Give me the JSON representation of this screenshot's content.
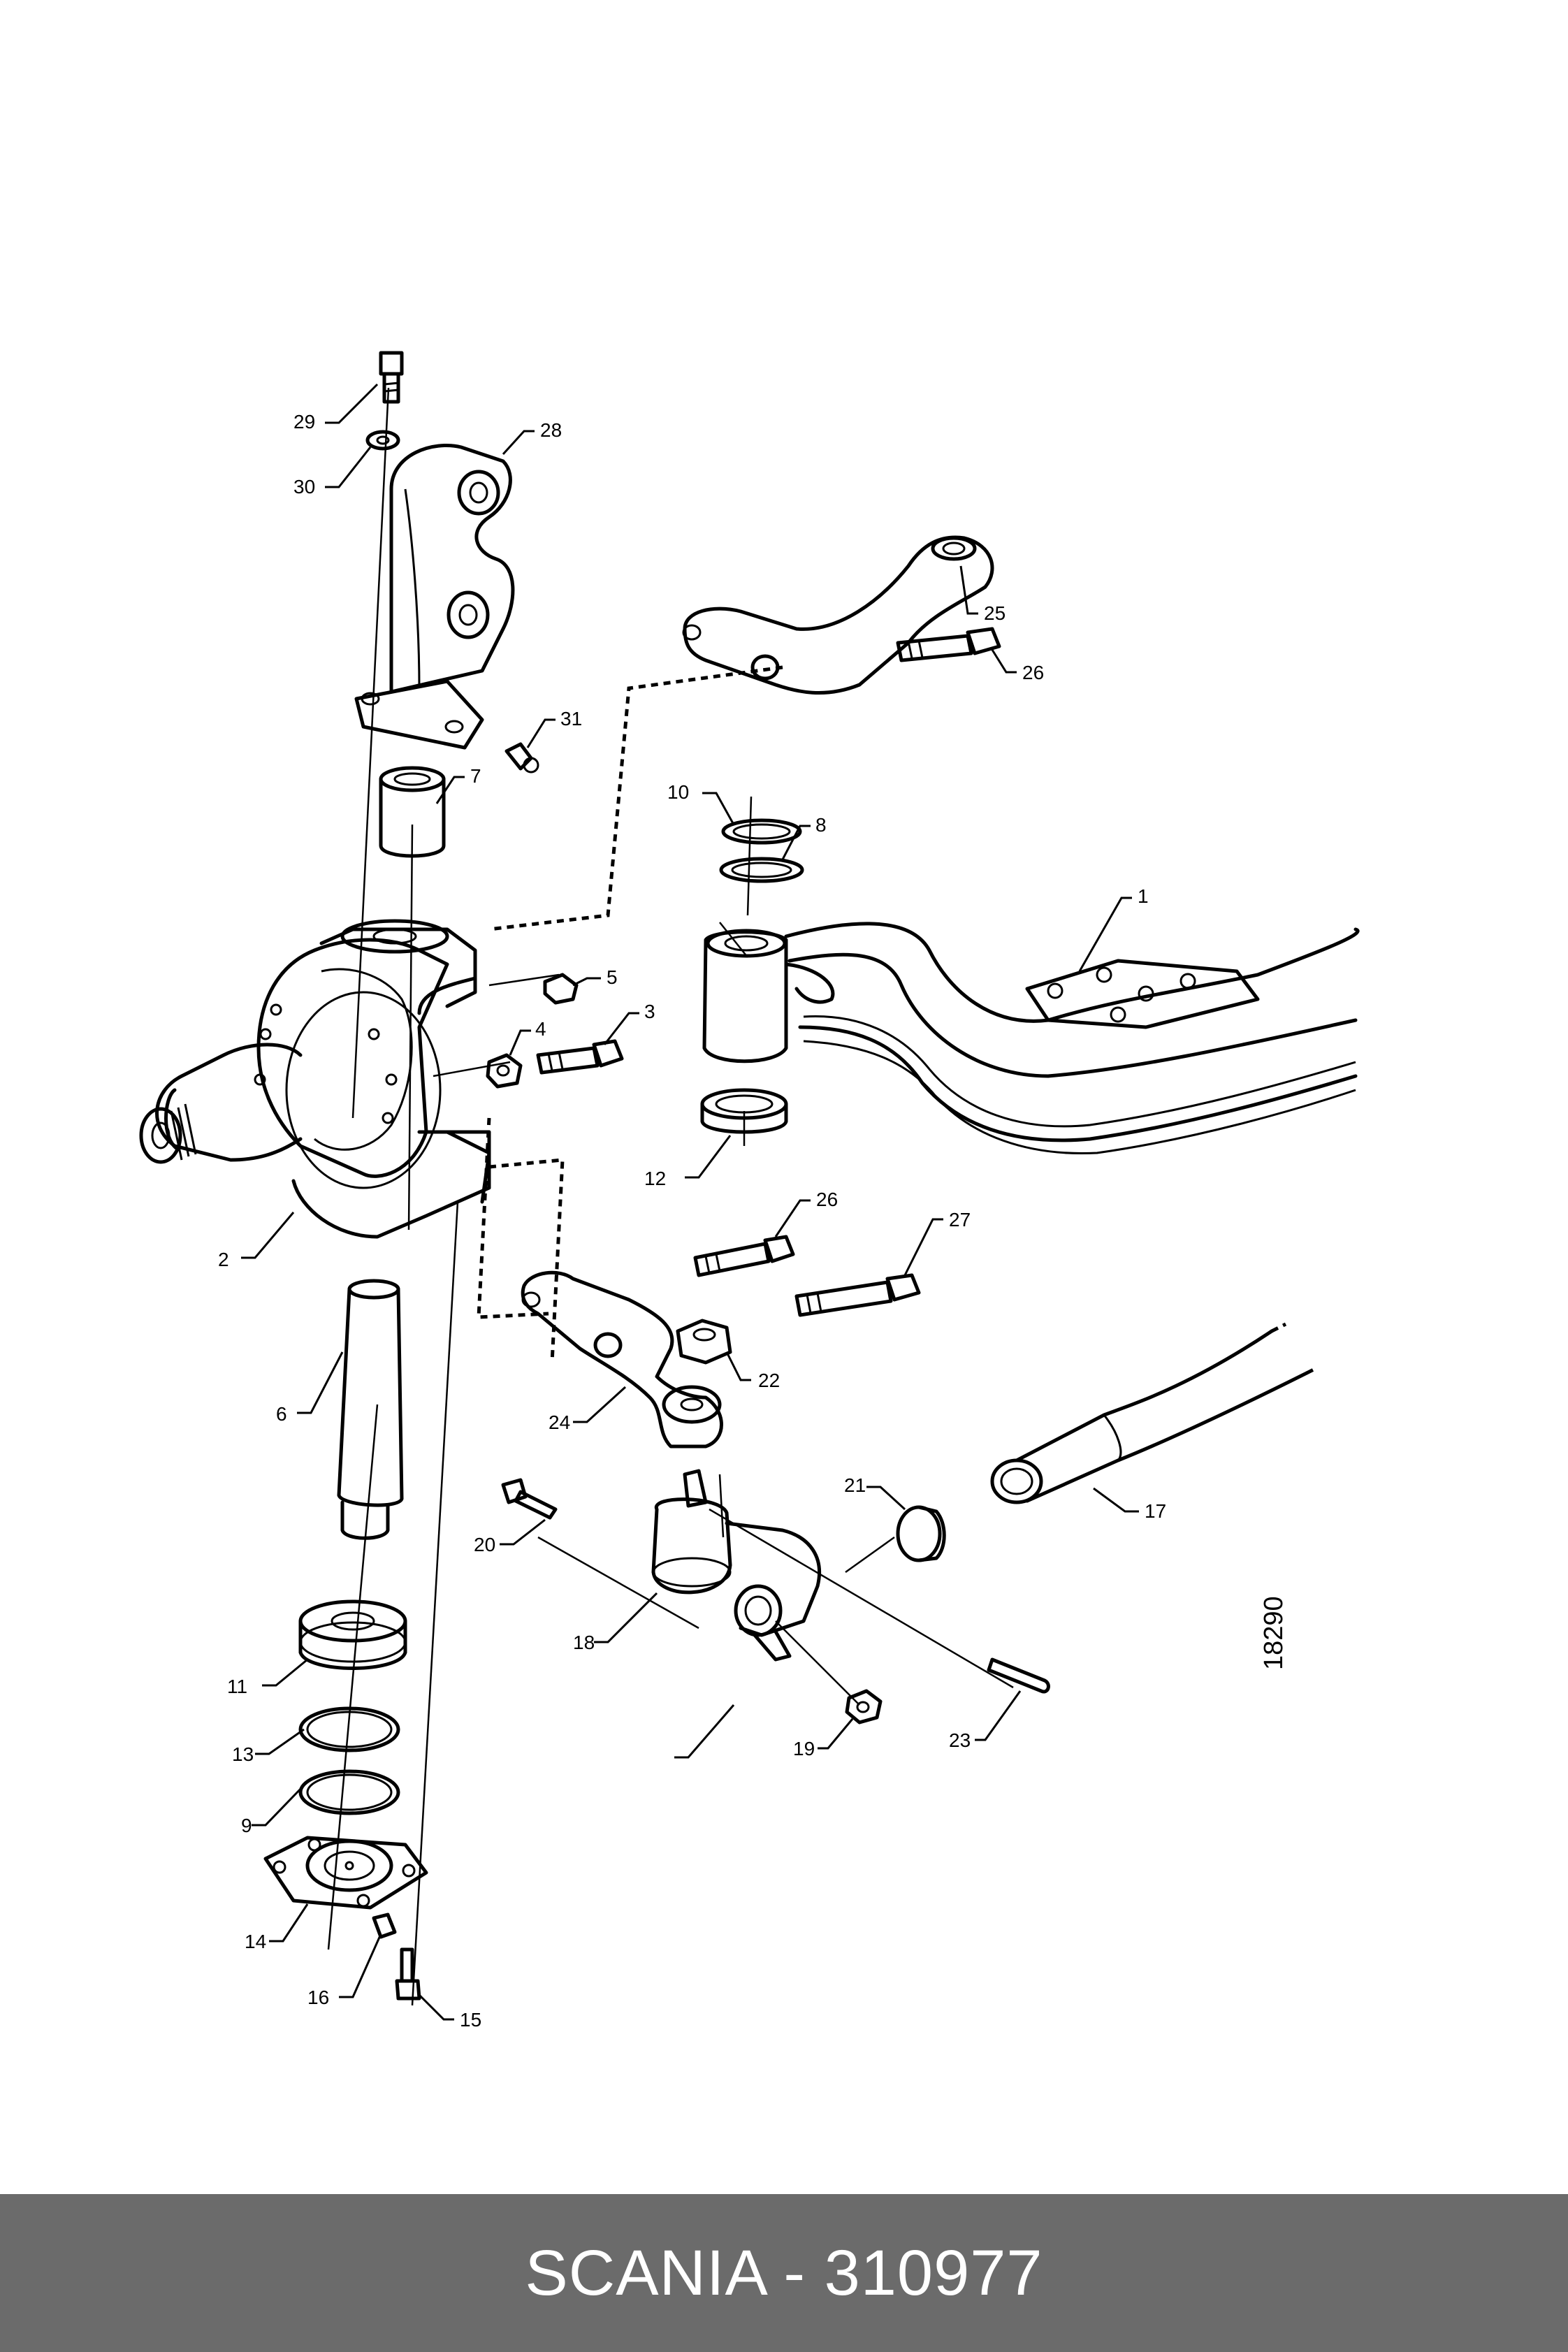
{
  "drawing_number": "18290",
  "footer": {
    "label": "SCANIA - 310977"
  },
  "callouts": {
    "p1": "1",
    "p2": "2",
    "p3": "3",
    "p4": "4",
    "p5": "5",
    "p6": "6",
    "p7": "7",
    "p8": "8",
    "p9": "9",
    "p10": "10",
    "p11": "11",
    "p12": "12",
    "p13": "13",
    "p14": "14",
    "p15": "15",
    "p16": "16",
    "p17": "17",
    "p18": "18",
    "p19": "19",
    "p20": "20",
    "p21": "21",
    "p22": "22",
    "p23": "23",
    "p24": "24",
    "p25": "25",
    "p26a": "26",
    "p26b": "26",
    "p27": "27",
    "p28": "28",
    "p29": "29",
    "p30": "30",
    "p31": "31"
  },
  "colors": {
    "footer_bg": "#6b6b6b",
    "footer_text": "#ffffff",
    "line": "#000000"
  }
}
